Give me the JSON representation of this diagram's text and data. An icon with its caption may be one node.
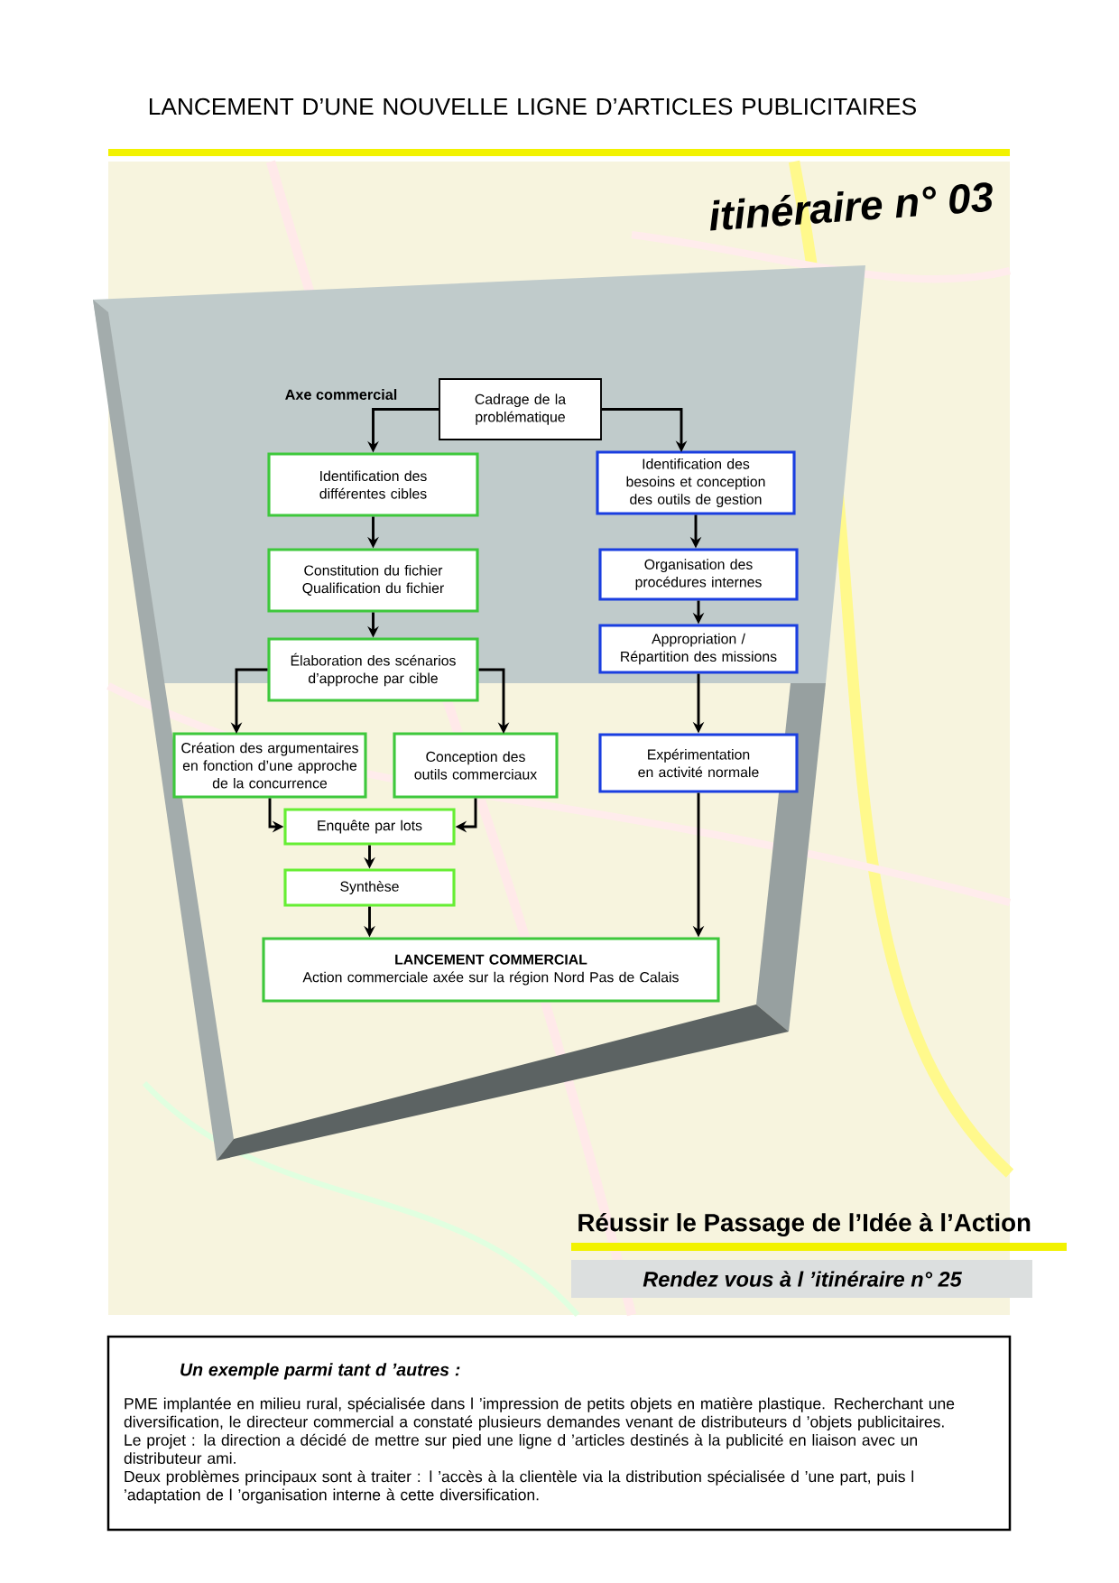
{
  "diagram": {
    "title": "LANCEMENT D’UNE NOUVELLE LIGNE D’ARTICLES PUBLICITAIRES",
    "nodes": [
      {
        "text": [
          "Cadrage de la problématique"
        ]
      },
      {
        "text": [
          "Identification des différentes cibles"
        ]
      },
      {
        "text": [
          "Identification des besoins et conception des outils de gestion"
        ]
      },
      {
        "text": [
          "Constitution du fichier Qualification du fichier"
        ]
      },
      {
        "text": [
          "Organisation des procédures internes"
        ]
      },
      {
        "text": [
          "Élaboration des scénarios d’approche par cible"
        ]
      },
      {
        "text": [
          "Appropriation / Répartition des missions"
        ]
      },
      {
        "text": [
          "Création des argumentaires en fonction d’une approche de la concurrence"
        ]
      },
      {
        "text": [
          "Conception des outils commerciaux"
        ]
      },
      {
        "text": [
          "Expérimentation en activité normale"
        ]
      },
      {
        "text": [
          "Enquête par lots"
        ]
      },
      {
        "text": [
          "Synthèse"
        ]
      },
      {
        "text": [
          "LANCEMENT COMMERCIAL",
          "Action commerciale axée sur la région Nord Pas de Calais"
        ]
      },
      {
        "text": [
          "Un exemple parmi tant d ’autres :",
          "PME implantée en milieu rural, spécialisée dans l ’impression de petits objets en matière plastique. Recherchant une diversification, le directeur commercial a constaté plusieurs demandes venant de distributeurs d ’objets publicitaires.",
          "Le projet : la direction a décidé de mettre sur pied une ligne d ’articles destinés à la publicité en liaison avec un distributeur ami.",
          "Deux problèmes principaux sont à traiter : l ’accès à la clientèle via la distribution spécialisée d ’une part, puis l ’adaptation de l ’organisation interne à cette diversification."
        ]
      }
    ],
    "edges": [
      {
        "from": 0,
        "to": 1,
        "arrow": "to"
      },
      {
        "from": 0,
        "to": 2,
        "arrow": "to"
      },
      {
        "from": 1,
        "to": 3,
        "arrow": "to"
      },
      {
        "from": 3,
        "to": 5,
        "arrow": "to"
      },
      {
        "from": 5,
        "to": 7,
        "arrow": "to"
      },
      {
        "from": 5,
        "to": 8,
        "arrow": "to"
      },
      {
        "from": 7,
        "to": 10,
        "arrow": "to"
      },
      {
        "from": 8,
        "to": 10,
        "arrow": "to"
      },
      {
        "from": 10,
        "to": 11,
        "arrow": "to"
      },
      {
        "from": 11,
        "to": 12,
        "arrow": "to"
      },
      {
        "from": 2,
        "to": 4,
        "arrow": "to"
      },
      {
        "from": 4,
        "to": 6,
        "arrow": "to"
      },
      {
        "from": 6,
        "to": 9,
        "arrow": "to"
      },
      {
        "from": 9,
        "to": 12,
        "arrow": "to"
      }
    ],
    "labels": [
      "itinéraire n° 03",
      "Axe commercial",
      "Réussir le Passage de l’Idée à l’Action",
      "Rendez vous à l ’itinéraire  n° 25"
    ]
  }
}
